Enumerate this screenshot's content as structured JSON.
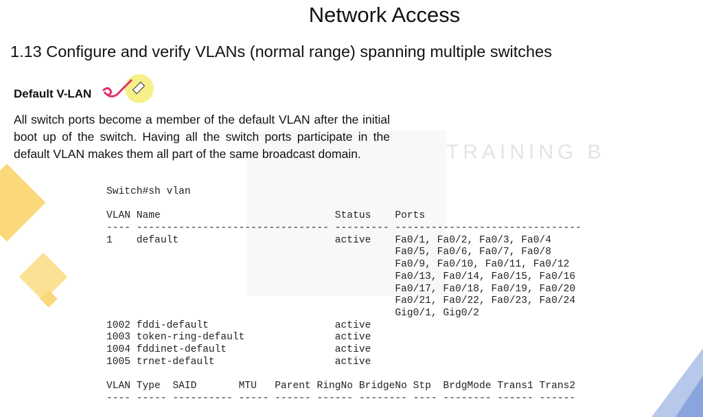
{
  "slide": {
    "title": "Network Access",
    "subtitle": "1.13 Configure and verify VLANs (normal range) spanning multiple switches",
    "heading": "Default V-LAN",
    "paragraph": "All switch ports become a member of the default VLAN after the initial boot up of the switch. Having all the switch ports participate in the default VLAN makes them all part of the same broadcast domain.",
    "watermark": "TRAINING B"
  },
  "terminal": {
    "lines": [
      "Switch#sh vlan",
      "",
      "VLAN Name                             Status    Ports",
      "---- -------------------------------- --------- -------------------------------",
      "1    default                          active    Fa0/1, Fa0/2, Fa0/3, Fa0/4",
      "                                                Fa0/5, Fa0/6, Fa0/7, Fa0/8",
      "                                                Fa0/9, Fa0/10, Fa0/11, Fa0/12",
      "                                                Fa0/13, Fa0/14, Fa0/15, Fa0/16",
      "                                                Fa0/17, Fa0/18, Fa0/19, Fa0/20",
      "                                                Fa0/21, Fa0/22, Fa0/23, Fa0/24",
      "                                                Gig0/1, Gig0/2",
      "1002 fddi-default                     active",
      "1003 token-ring-default               active",
      "1004 fddinet-default                  active",
      "1005 trnet-default                    active",
      "",
      "VLAN Type  SAID       MTU   Parent RingNo BridgeNo Stp  BrdgMode Trans1 Trans2",
      "---- ----- ---------- ----- ------ ------ -------- ---- -------- ------ ------"
    ]
  }
}
